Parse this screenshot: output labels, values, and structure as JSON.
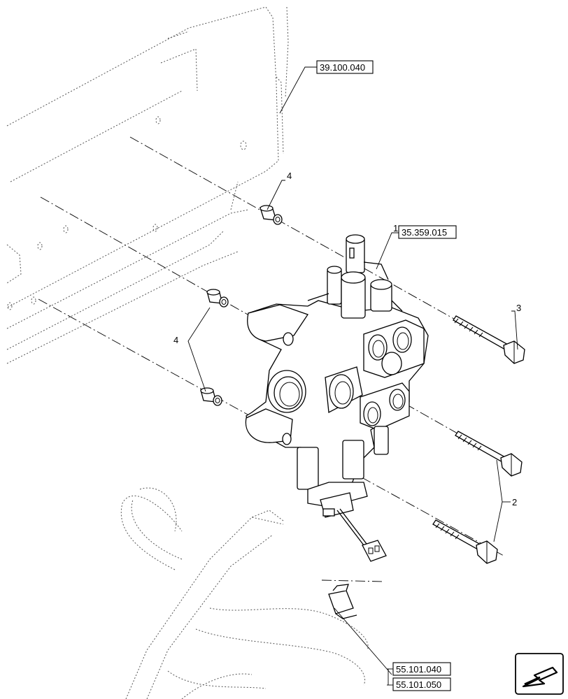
{
  "references": {
    "frame": "39.100.040",
    "valve": "35.359.015",
    "harness_a": "55.101.040",
    "harness_b": "55.101.050"
  },
  "callouts": {
    "valve_item": "1",
    "bolts_long": "2",
    "bolt_short": "3",
    "spacers_top": "4",
    "spacers_pair": "4"
  },
  "nav": {
    "icon": "arrow-down-left-icon"
  }
}
